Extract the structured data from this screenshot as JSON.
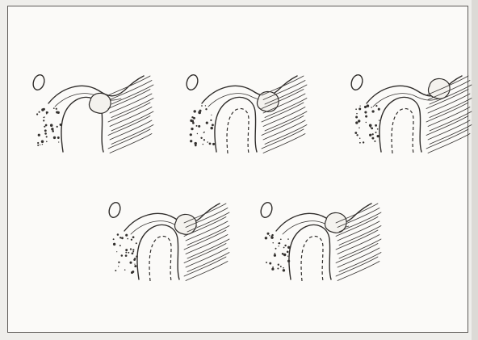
{
  "figure": {
    "panel_count": 5,
    "panels": [
      {
        "id": "panel-1"
      },
      {
        "id": "panel-2"
      },
      {
        "id": "panel-3"
      },
      {
        "id": "panel-4"
      },
      {
        "id": "panel-5"
      }
    ]
  }
}
